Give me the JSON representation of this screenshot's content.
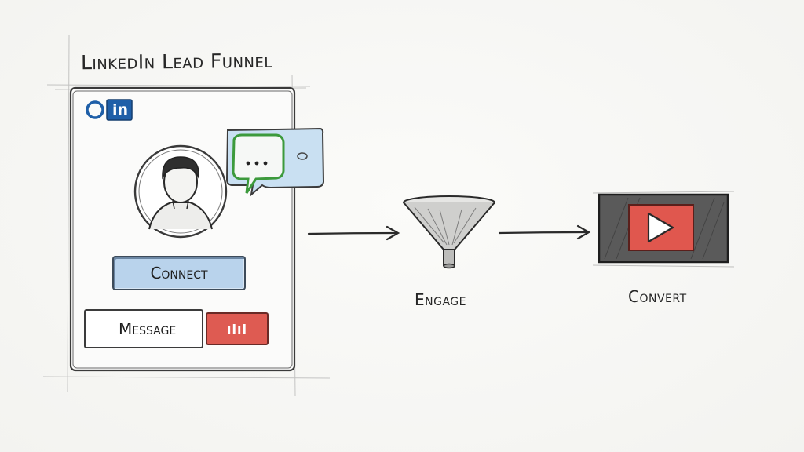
{
  "diagram": {
    "title": "LinkedIn Lead Funnel",
    "card": {
      "logo_text": "in",
      "chat_bubble_text": "•••",
      "connect_label": "Connect",
      "message_label": "Message",
      "red_button_label": "ılıl"
    },
    "stages": [
      {
        "label": "Engage",
        "icon": "funnel-icon"
      },
      {
        "label": "Convert",
        "icon": "video-play-icon"
      }
    ]
  },
  "colors": {
    "linkedin_blue": "#1f5fa8",
    "connect_fill": "#b9d3ec",
    "chat_green": "#3c9a3c",
    "chat_fill": "#c9e0f2",
    "red_accent": "#de5b52",
    "video_frame": "#3a3a3a"
  }
}
